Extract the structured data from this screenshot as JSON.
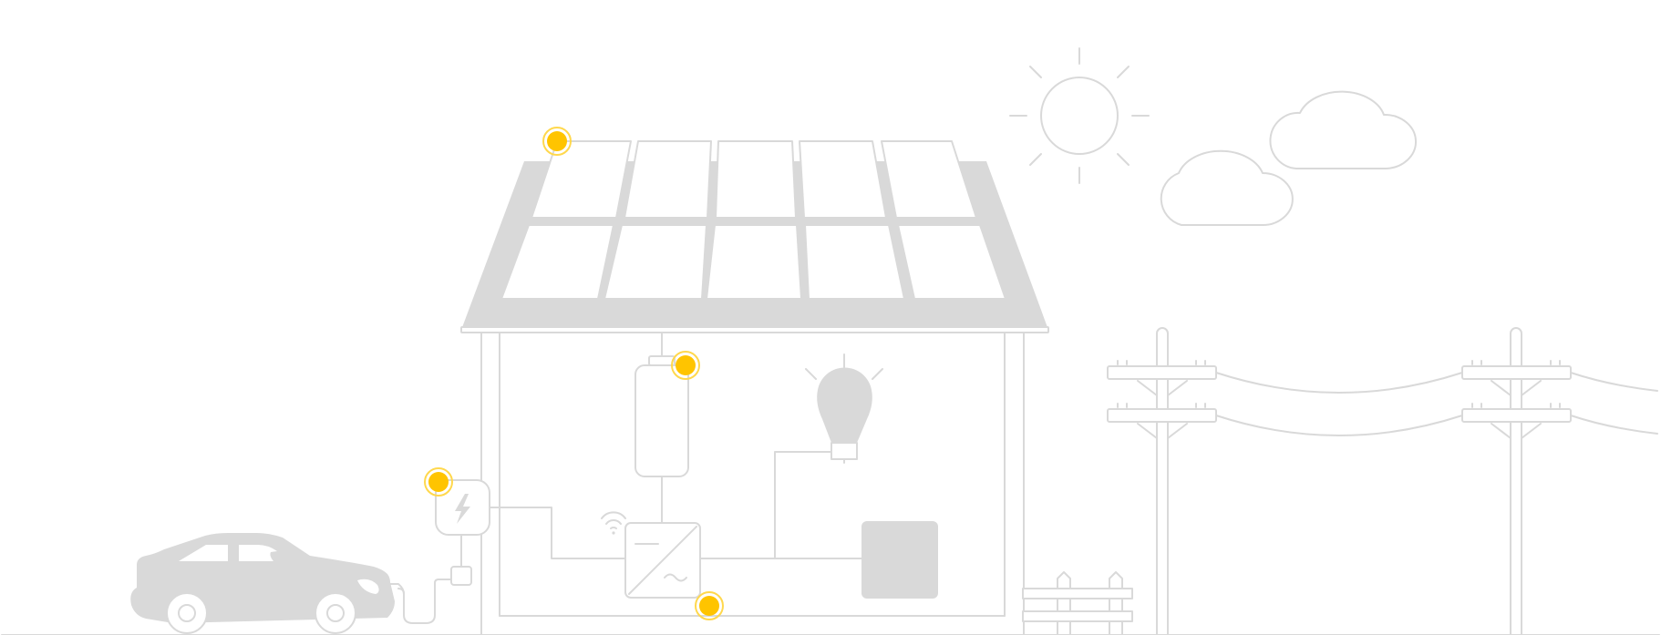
{
  "colors": {
    "line": "#d9d9d9",
    "fill": "#d9d9d9",
    "background": "#ffffff",
    "hotspot": "#ffc400",
    "hotspot_ring": "#ffd84d"
  },
  "hotspots": [
    {
      "id": "solar-panels",
      "icon": "hotspot-dot-icon"
    },
    {
      "id": "battery",
      "icon": "hotspot-dot-icon"
    },
    {
      "id": "ev-charger",
      "icon": "hotspot-dot-icon"
    },
    {
      "id": "inverter",
      "icon": "hotspot-dot-icon"
    }
  ],
  "icons": [
    "sun-icon",
    "cloud-icon",
    "solar-panel-icon",
    "battery-icon",
    "lightbulb-icon",
    "wifi-icon",
    "lightning-icon",
    "car-icon",
    "power-pole-icon",
    "fence-icon"
  ]
}
